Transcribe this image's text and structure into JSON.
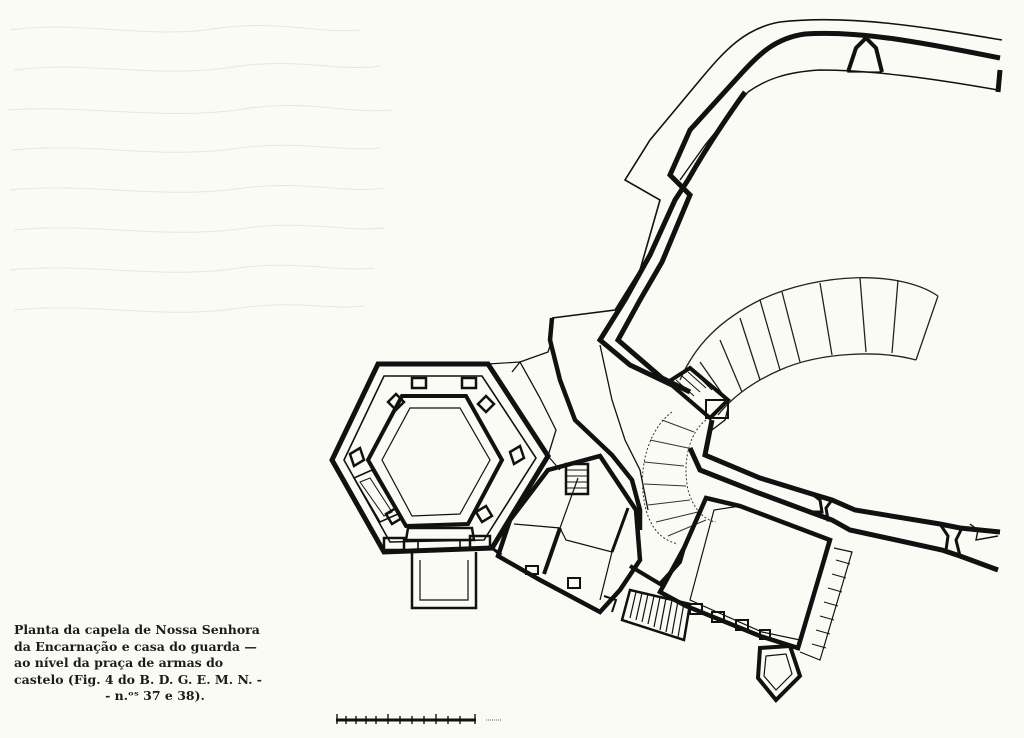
{
  "caption": {
    "lines": [
      "Planta da capela de Nossa Senhora",
      "da Encarnação e casa do guarda —",
      "ao nível da praça de armas do",
      "castelo (Fig. 4 do B. D. G. E. M. N. -",
      "- n.ᵒˢ 37 e 38)."
    ]
  },
  "colors": {
    "paper": "#fbfbf6",
    "ink": "#111111"
  }
}
